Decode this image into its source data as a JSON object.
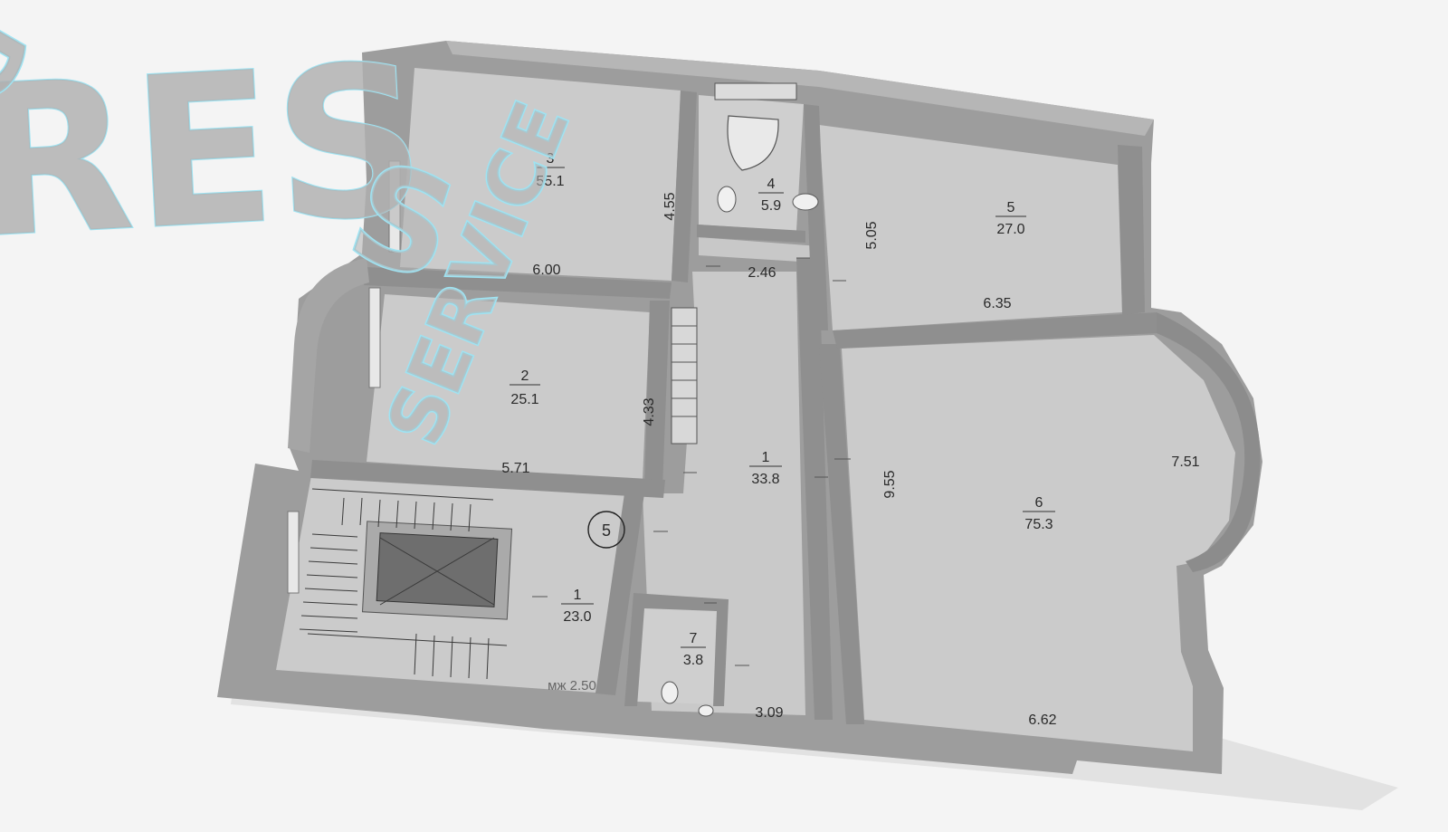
{
  "colors": {
    "background": "#f4f4f4",
    "floor": "#c9c9c9",
    "wall": "#9e9e9e",
    "wall_dark": "#7d7d7d",
    "shadow": "#dcdcdc",
    "watermark_fill": "#b0b0b0",
    "watermark_outline": "#9fe3f2"
  },
  "rooms": [
    {
      "number": "3",
      "area": "55.1"
    },
    {
      "number": "4",
      "area": "5.9"
    },
    {
      "number": "5",
      "area": "27.0"
    },
    {
      "number": "2",
      "area": "25.1"
    },
    {
      "number": "1",
      "area": "33.8"
    },
    {
      "number": "6",
      "area": "75.3"
    },
    {
      "number": "1",
      "area": "23.0"
    },
    {
      "number": "7",
      "area": "3.8"
    }
  ],
  "dimensions": [
    "6.00",
    "4.55",
    "2.46",
    "5.05",
    "6.35",
    "4.33",
    "5.71",
    "9.55",
    "7.51",
    "6.62",
    "3.09"
  ],
  "stairwell_marker": "5",
  "floor_height": "мж 2.50",
  "watermark": {
    "big_text": "RES",
    "arc_text": "REG",
    "rotated_text": "SERVICE",
    "corner_text": "S"
  }
}
